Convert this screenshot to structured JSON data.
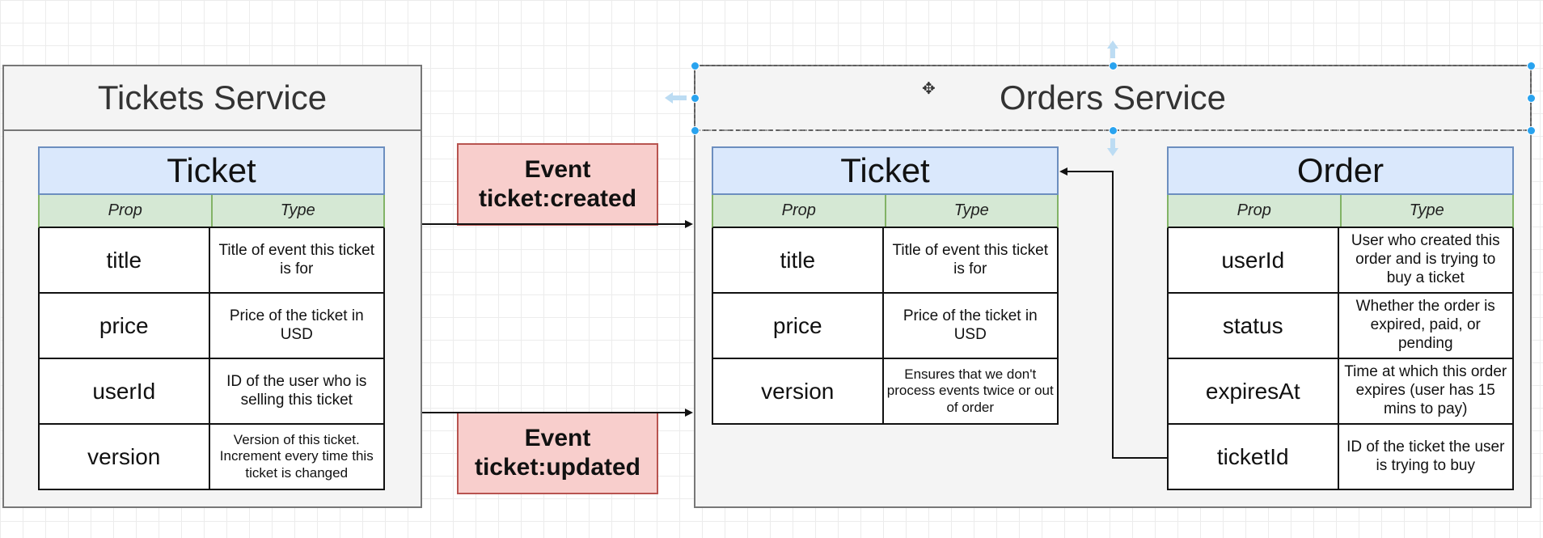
{
  "tickets_service": {
    "title": "Tickets Service",
    "entity": {
      "title": "Ticket",
      "prop_header": "Prop",
      "type_header": "Type",
      "rows": [
        {
          "prop": "title",
          "type": "Title of event this ticket is for"
        },
        {
          "prop": "price",
          "type": "Price of the ticket in USD"
        },
        {
          "prop": "userId",
          "type": "ID of the user who is selling this ticket"
        },
        {
          "prop": "version",
          "type": "Version of this ticket. Increment every time this ticket is changed"
        }
      ]
    }
  },
  "orders_service": {
    "title": "Orders Service",
    "ticket_entity": {
      "title": "Ticket",
      "prop_header": "Prop",
      "type_header": "Type",
      "rows": [
        {
          "prop": "title",
          "type": "Title of event this ticket is for"
        },
        {
          "prop": "price",
          "type": "Price of the ticket in USD"
        },
        {
          "prop": "version",
          "type": "Ensures that we don't process events twice or out of order"
        }
      ]
    },
    "order_entity": {
      "title": "Order",
      "prop_header": "Prop",
      "type_header": "Type",
      "rows": [
        {
          "prop": "userId",
          "type": "User who created this order and is trying to buy a ticket"
        },
        {
          "prop": "status",
          "type": "Whether the order is expired, paid, or pending"
        },
        {
          "prop": "expiresAt",
          "type": "Time at which this order expires (user has 15 mins to pay)"
        },
        {
          "prop": "ticketId",
          "type": "ID of the ticket the user is trying to buy"
        }
      ]
    }
  },
  "events": [
    {
      "line1": "Event",
      "line2": "ticket:created"
    },
    {
      "line1": "Event",
      "line2": "ticket:updated"
    }
  ],
  "colors": {
    "entity_title_fill": "#dae8fc",
    "header_row_fill": "#d5e8d4",
    "event_fill": "#f8cecc",
    "selection_handle": "#29a3ef"
  }
}
